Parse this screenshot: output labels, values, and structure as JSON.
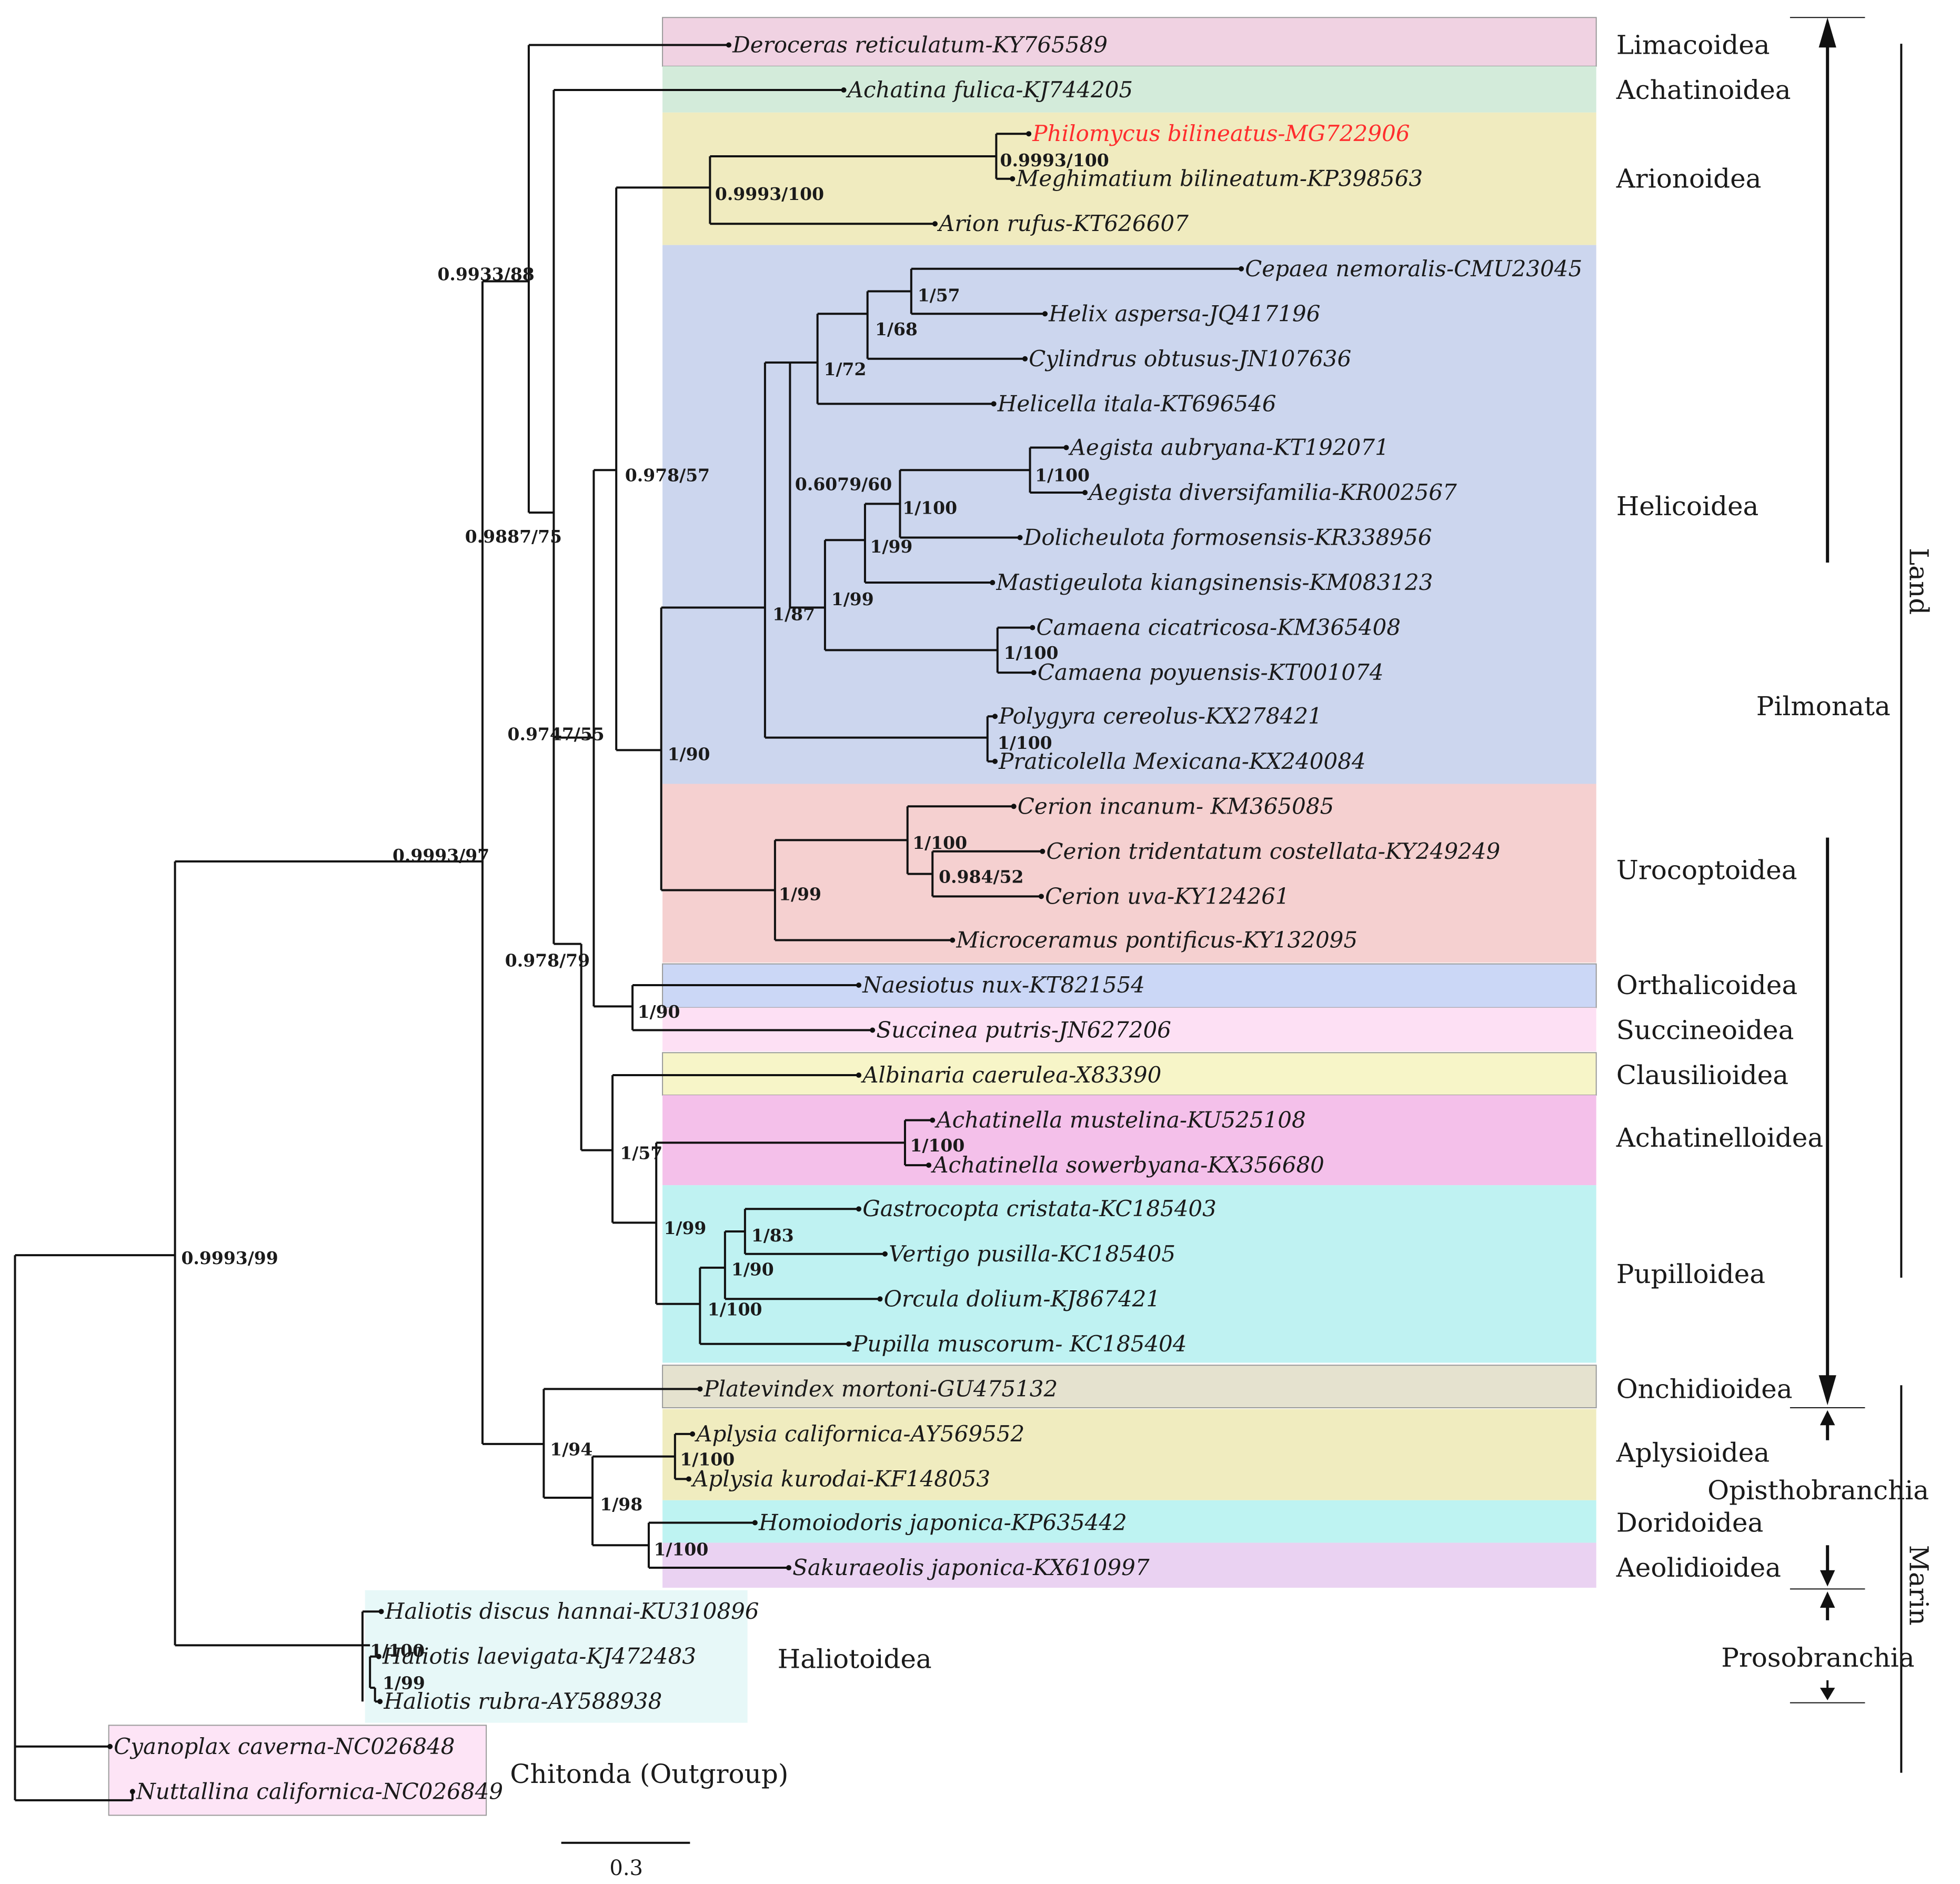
{
  "colors": {
    "limacoidea": "#f0d2e2",
    "achatinoidea": "#d3ebda",
    "arionoidea": "#f0ebbf",
    "helicoidea": "#ccd6ee",
    "urocoptoidea": "#f5d0d0",
    "orthalicoidea": "#cbd7f6",
    "succineoidea": "#fde0f4",
    "clausilioidea": "#f7f5c8",
    "achatinelloidea": "#f4c0ea",
    "pupilloidea": "#bff2f2",
    "onchidioidea": "#e5e2cf",
    "aplysioidea": "#f0ecbf",
    "doridoidea": "#bef3f2",
    "aeolidioidea": "#ead2f2",
    "haliotoidea": "#e7f8f8",
    "chitonda": "#fde4f6",
    "highlight": "#ff2d2d",
    "line": "#111111"
  },
  "taxa": [
    {
      "id": "deroceras",
      "label": "Deroceras reticulatum-KY765589"
    },
    {
      "id": "achatina",
      "label": "Achatina fulica-KJ744205"
    },
    {
      "id": "philomycus",
      "label": "Philomycus bilineatus-MG722906",
      "highlight": true
    },
    {
      "id": "meghimatium",
      "label": "Meghimatium bilineatum-KP398563"
    },
    {
      "id": "arion",
      "label": "Arion rufus-KT626607"
    },
    {
      "id": "cepaea",
      "label": "Cepaea nemoralis-CMU23045"
    },
    {
      "id": "helix",
      "label": "Helix aspersa-JQ417196"
    },
    {
      "id": "cylindrus",
      "label": "Cylindrus obtusus-JN107636"
    },
    {
      "id": "helicella",
      "label": "Helicella itala-KT696546"
    },
    {
      "id": "aegista_a",
      "label": "Aegista aubryana-KT192071"
    },
    {
      "id": "aegista_d",
      "label": "Aegista diversifamilia-KR002567"
    },
    {
      "id": "dolicheulota",
      "label": "Dolicheulota formosensis-KR338956"
    },
    {
      "id": "mastigeulota",
      "label": "Mastigeulota kiangsinensis-KM083123"
    },
    {
      "id": "camaena_c",
      "label": "Camaena cicatricosa-KM365408"
    },
    {
      "id": "camaena_p",
      "label": "Camaena poyuensis-KT001074"
    },
    {
      "id": "polygyra",
      "label": "Polygyra cereolus-KX278421"
    },
    {
      "id": "praticolella",
      "label": "Praticolella Mexicana-KX240084"
    },
    {
      "id": "cerion_i",
      "label": "Cerion incanum- KM365085"
    },
    {
      "id": "cerion_t",
      "label": "Cerion tridentatum costellata-KY249249"
    },
    {
      "id": "cerion_u",
      "label": "Cerion uva-KY124261"
    },
    {
      "id": "microceramus",
      "label": "Microceramus pontificus-KY132095"
    },
    {
      "id": "naesiotus",
      "label": "Naesiotus nux-KT821554"
    },
    {
      "id": "succinea",
      "label": "Succinea putris-JN627206"
    },
    {
      "id": "albinaria",
      "label": "Albinaria caerulea-X83390"
    },
    {
      "id": "achatinella_m",
      "label": "Achatinella mustelina-KU525108"
    },
    {
      "id": "achatinella_s",
      "label": "Achatinella sowerbyana-KX356680"
    },
    {
      "id": "gastrocopta",
      "label": "Gastrocopta cristata-KC185403"
    },
    {
      "id": "vertigo",
      "label": "Vertigo pusilla-KC185405"
    },
    {
      "id": "orcula",
      "label": "Orcula dolium-KJ867421"
    },
    {
      "id": "pupilla",
      "label": "Pupilla muscorum- KC185404"
    },
    {
      "id": "platevindex",
      "label": "Platevindex mortoni-GU475132"
    },
    {
      "id": "aplysia_c",
      "label": "Aplysia californica-AY569552"
    },
    {
      "id": "aplysia_k",
      "label": "Aplysia kurodai-KF148053"
    },
    {
      "id": "homoiodoris",
      "label": "Homoiodoris japonica-KP635442"
    },
    {
      "id": "sakuraeolis",
      "label": "Sakuraeolis japonica-KX610997"
    },
    {
      "id": "haliotis_d",
      "label": "Haliotis discus hannai-KU310896"
    },
    {
      "id": "haliotis_l",
      "label": "Haliotis laevigata-KJ472483"
    },
    {
      "id": "haliotis_r",
      "label": "Haliotis rubra-AY588938"
    },
    {
      "id": "cyanoplax",
      "label": "Cyanoplax caverna-NC026848"
    },
    {
      "id": "nuttallina",
      "label": "Nuttallina californica-NC026849"
    }
  ],
  "support_values": [
    {
      "id": "n_phil_megh",
      "label": "0.9993/100"
    },
    {
      "id": "n_arionoidea",
      "label": "0.9993/100"
    },
    {
      "id": "n_cep_hel",
      "label": "1/57"
    },
    {
      "id": "n_cep_hel_cyl",
      "label": "1/68"
    },
    {
      "id": "n_helicellinae",
      "label": "1/72"
    },
    {
      "id": "n_aegista",
      "label": "1/100"
    },
    {
      "id": "n_aeg_dol",
      "label": "1/100"
    },
    {
      "id": "n_aeg_dol_mas",
      "label": "1/99"
    },
    {
      "id": "n_camaena",
      "label": "1/100"
    },
    {
      "id": "n_camaenidae",
      "label": "1/99"
    },
    {
      "id": "n_helicoidea_a",
      "label": "0.6079/60"
    },
    {
      "id": "n_helicoidea_b",
      "label": "1/87"
    },
    {
      "id": "n_polygyridae",
      "label": "1/100"
    },
    {
      "id": "n_helic_uro",
      "label": "1/90"
    },
    {
      "id": "n_cerion_tu",
      "label": "0.984/52"
    },
    {
      "id": "n_cerion",
      "label": "1/100"
    },
    {
      "id": "n_urocoptoidea",
      "label": "1/99"
    },
    {
      "id": "n_stylo_a",
      "label": "0.978/57"
    },
    {
      "id": "n_naes_succ",
      "label": "1/90"
    },
    {
      "id": "n_limac_achat",
      "label": "0.9933/88"
    },
    {
      "id": "n_upper",
      "label": "0.9887/75"
    },
    {
      "id": "n_mid",
      "label": "0.9747/55"
    },
    {
      "id": "n_lower",
      "label": "0.978/79"
    },
    {
      "id": "n_achatinella",
      "label": "1/100"
    },
    {
      "id": "n_clau_achat",
      "label": "1/57"
    },
    {
      "id": "n_gas_ver",
      "label": "1/83"
    },
    {
      "id": "n_gas_ver_orc",
      "label": "1/90"
    },
    {
      "id": "n_pupilloidea",
      "label": "1/99"
    },
    {
      "id": "n_pupilloidea2",
      "label": "1/100"
    },
    {
      "id": "n_aplysia",
      "label": "1/100"
    },
    {
      "id": "n_nudi",
      "label": "1/100"
    },
    {
      "id": "n_opistho",
      "label": "1/98"
    },
    {
      "id": "n_marine",
      "label": "1/94"
    },
    {
      "id": "n_euthyneura",
      "label": "0.9993/97"
    },
    {
      "id": "n_gastropoda",
      "label": "0.9993/99"
    },
    {
      "id": "n_haliotis",
      "label": "1/100"
    },
    {
      "id": "n_haliotis2",
      "label": "1/99"
    }
  ],
  "superfamilies": [
    {
      "id": "limacoidea",
      "label": "Limacoidea"
    },
    {
      "id": "achatinoidea",
      "label": "Achatinoidea"
    },
    {
      "id": "arionoidea",
      "label": "Arionoidea"
    },
    {
      "id": "helicoidea",
      "label": "Helicoidea"
    },
    {
      "id": "urocoptoidea",
      "label": "Urocoptoidea"
    },
    {
      "id": "orthalicoidea",
      "label": "Orthalicoidea"
    },
    {
      "id": "succineoidea",
      "label": "Succineoidea"
    },
    {
      "id": "clausilioidea",
      "label": "Clausilioidea"
    },
    {
      "id": "achatinelloidea",
      "label": "Achatinelloidea"
    },
    {
      "id": "pupilloidea",
      "label": "Pupilloidea"
    },
    {
      "id": "onchidioidea",
      "label": "Onchidioidea"
    },
    {
      "id": "aplysioidea",
      "label": "Aplysioidea"
    },
    {
      "id": "doridoidea",
      "label": "Doridoidea"
    },
    {
      "id": "aeolidioidea",
      "label": "Aeolidioidea"
    },
    {
      "id": "haliotoidea",
      "label": "Haliotoidea"
    },
    {
      "id": "chitonda",
      "label": "Chitonda (Outgroup)"
    }
  ],
  "higher_groups": [
    {
      "id": "pilmonata",
      "label": "Pilmonata"
    },
    {
      "id": "opisthobranchia",
      "label": "Opisthobranchia"
    },
    {
      "id": "prosobranchia",
      "label": "Prosobranchia"
    },
    {
      "id": "land",
      "label": "Land"
    },
    {
      "id": "marin",
      "label": "Marin"
    }
  ],
  "scale_bar": {
    "label": "0.3"
  }
}
